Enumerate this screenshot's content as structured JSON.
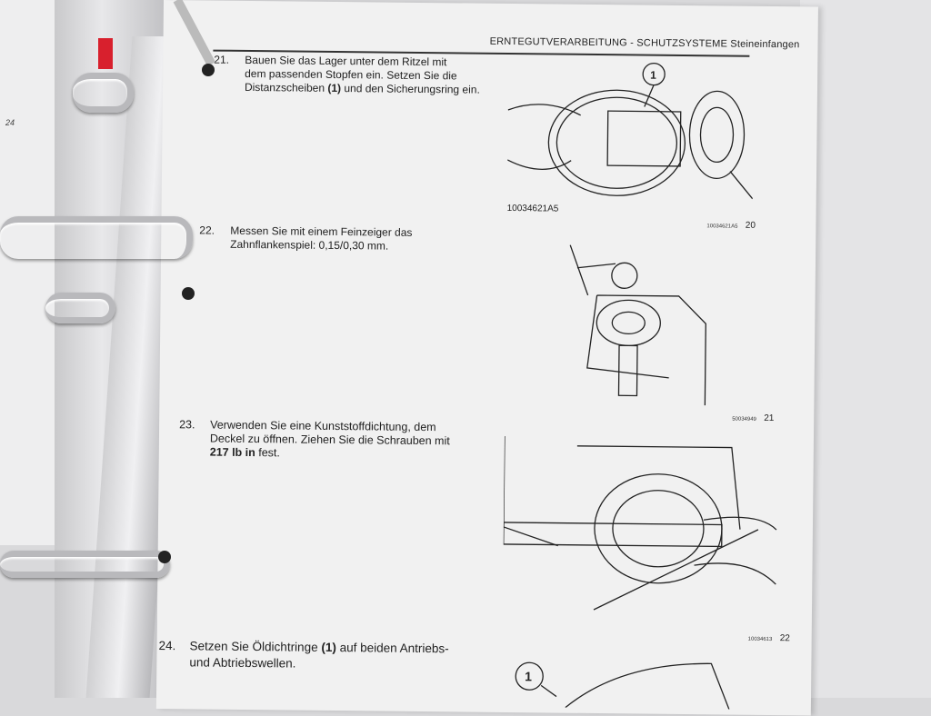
{
  "page": {
    "left_page_number": "24",
    "header": "ERNTEGUTVERARBEITUNG - SCHUTZSYSTEME Steineinfangen",
    "steps": [
      {
        "number": "21.",
        "text_lines": [
          "Bauen Sie das Lager unter dem Ritzel mit",
          "dem passenden Stopfen ein.  Setzen Sie die"
        ],
        "line3_pre": "Distanzscheiben ",
        "line3_bold": "(1)",
        "line3_post": " und den Sicherungsring ein."
      },
      {
        "number": "22.",
        "text_lines": [
          "Messen Sie mit einem Feinzeiger das",
          "Zahnflankenspiel: 0,15/0,30 mm."
        ]
      },
      {
        "number": "23.",
        "text_lines": [
          "Verwenden Sie eine Kunststoffdichtung, dem",
          "Deckel zu öffnen.  Ziehen Sie die Schrauben mit"
        ],
        "line3_bold": "217 lb in",
        "line3_post": " fest."
      },
      {
        "number": "24.",
        "line1_pre": "Setzen Sie Öldichtringe ",
        "line1_bold": "(1)",
        "line1_post": " auf beiden Antriebs-",
        "line2": "und Abtriebswellen."
      }
    ],
    "figures": [
      {
        "callout": "1",
        "caption": "10034621A5",
        "ref": "10034621A5",
        "fig_number": "20"
      },
      {
        "ref": "50034949",
        "fig_number": "21"
      },
      {
        "ref": "10034613",
        "fig_number": "22"
      },
      {
        "callout": "1"
      }
    ]
  },
  "colors": {
    "tab_red": "#d8202d",
    "paper": "#f1f1f1"
  }
}
